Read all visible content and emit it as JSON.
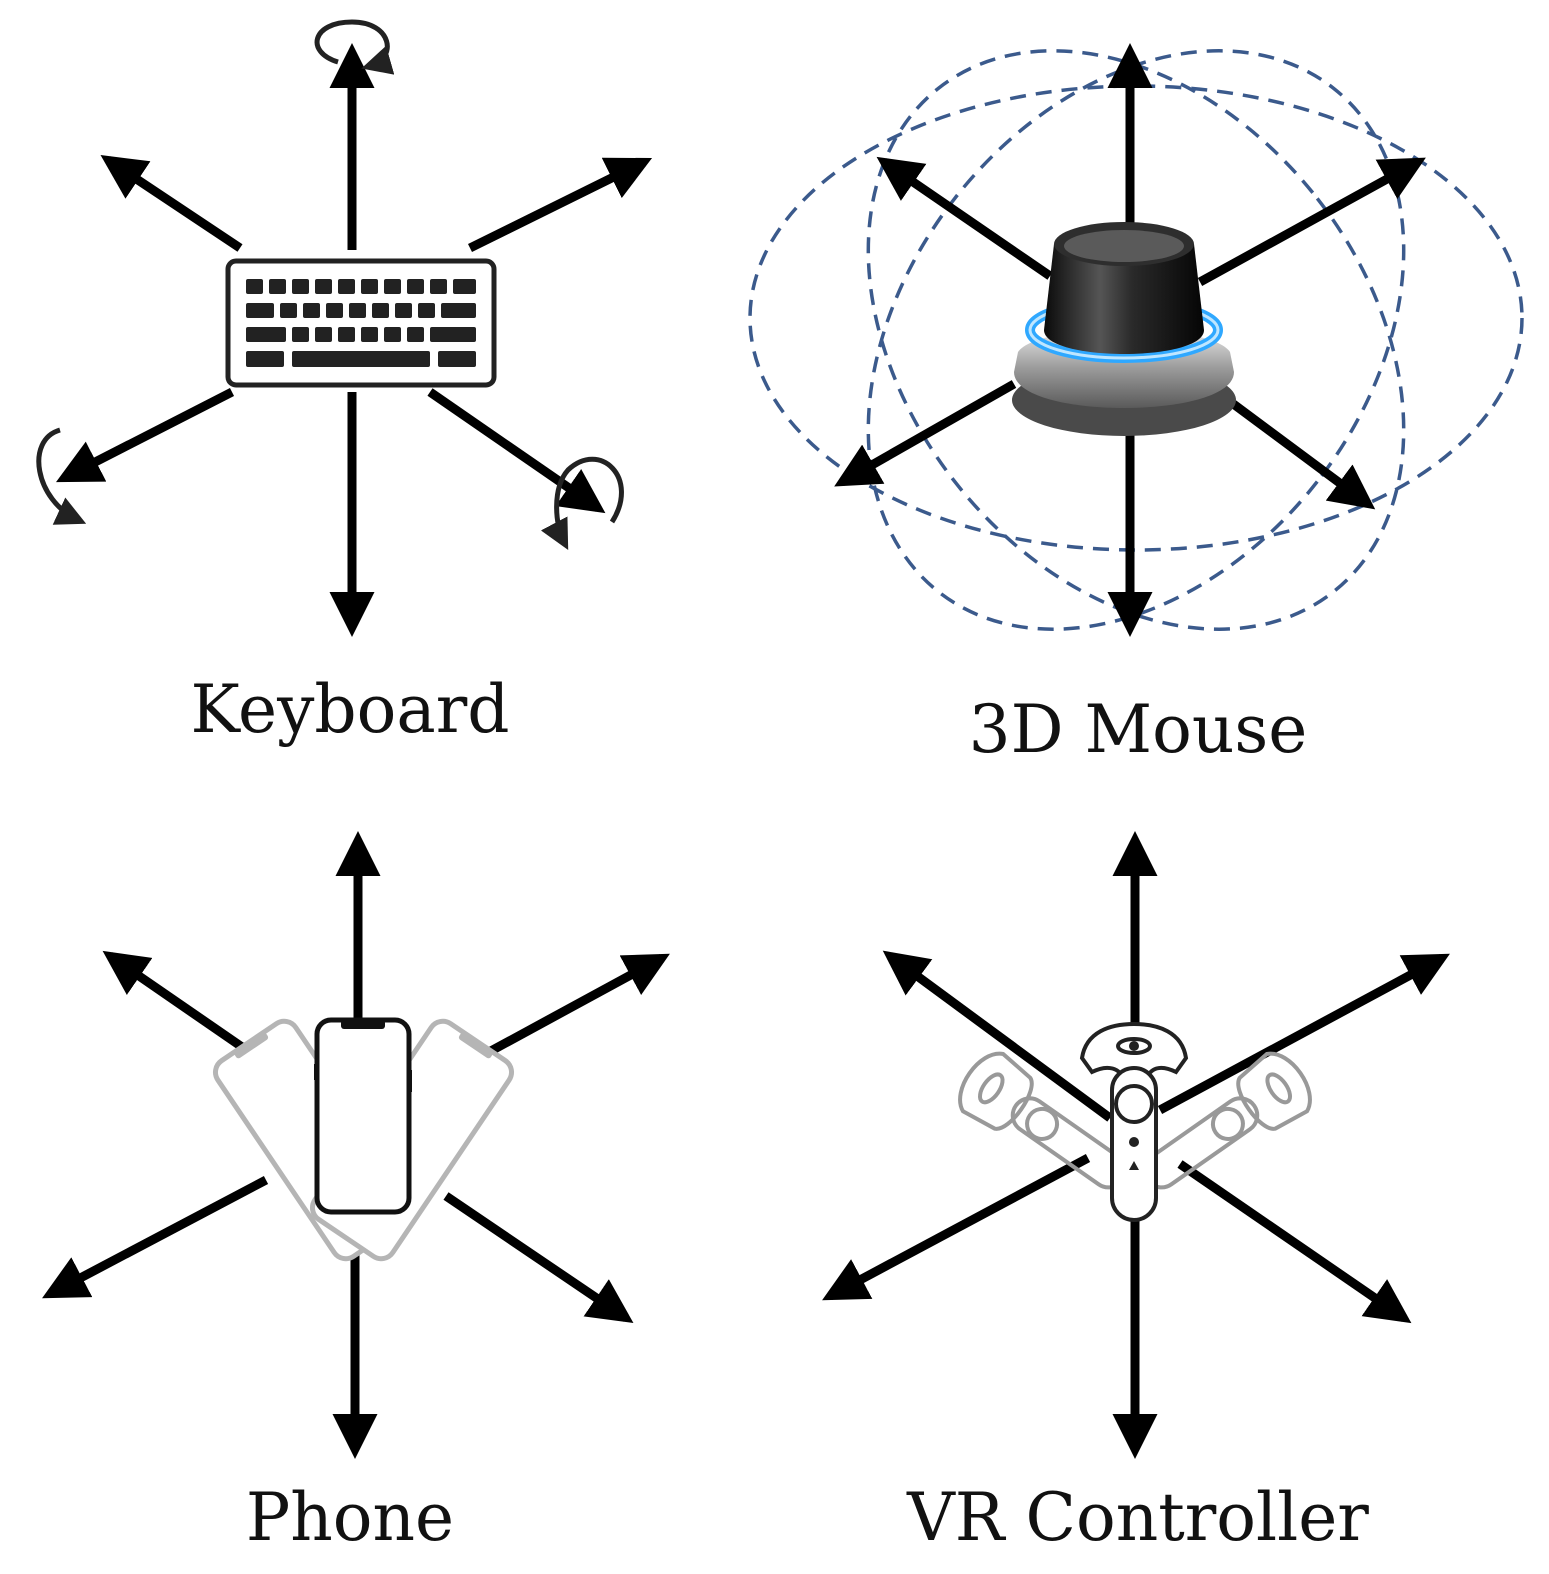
{
  "panels": {
    "keyboard": {
      "label": "Keyboard",
      "device_icon": "keyboard-icon",
      "rotation_indicators": 3
    },
    "mouse3d": {
      "label": "3D Mouse",
      "device_icon": "3d-mouse-icon",
      "orbit_rings": 3
    },
    "phone": {
      "label": "Phone",
      "device_icon": "phone-icon"
    },
    "vr": {
      "label": "VR Controller",
      "device_icon": "vr-controller-icon"
    }
  },
  "colors": {
    "arrow": "#000000",
    "orbit_dashed": "#3b5a8c",
    "ghost_outline": "#b5b5b5",
    "mouse_glow": "#2fa8ff"
  }
}
